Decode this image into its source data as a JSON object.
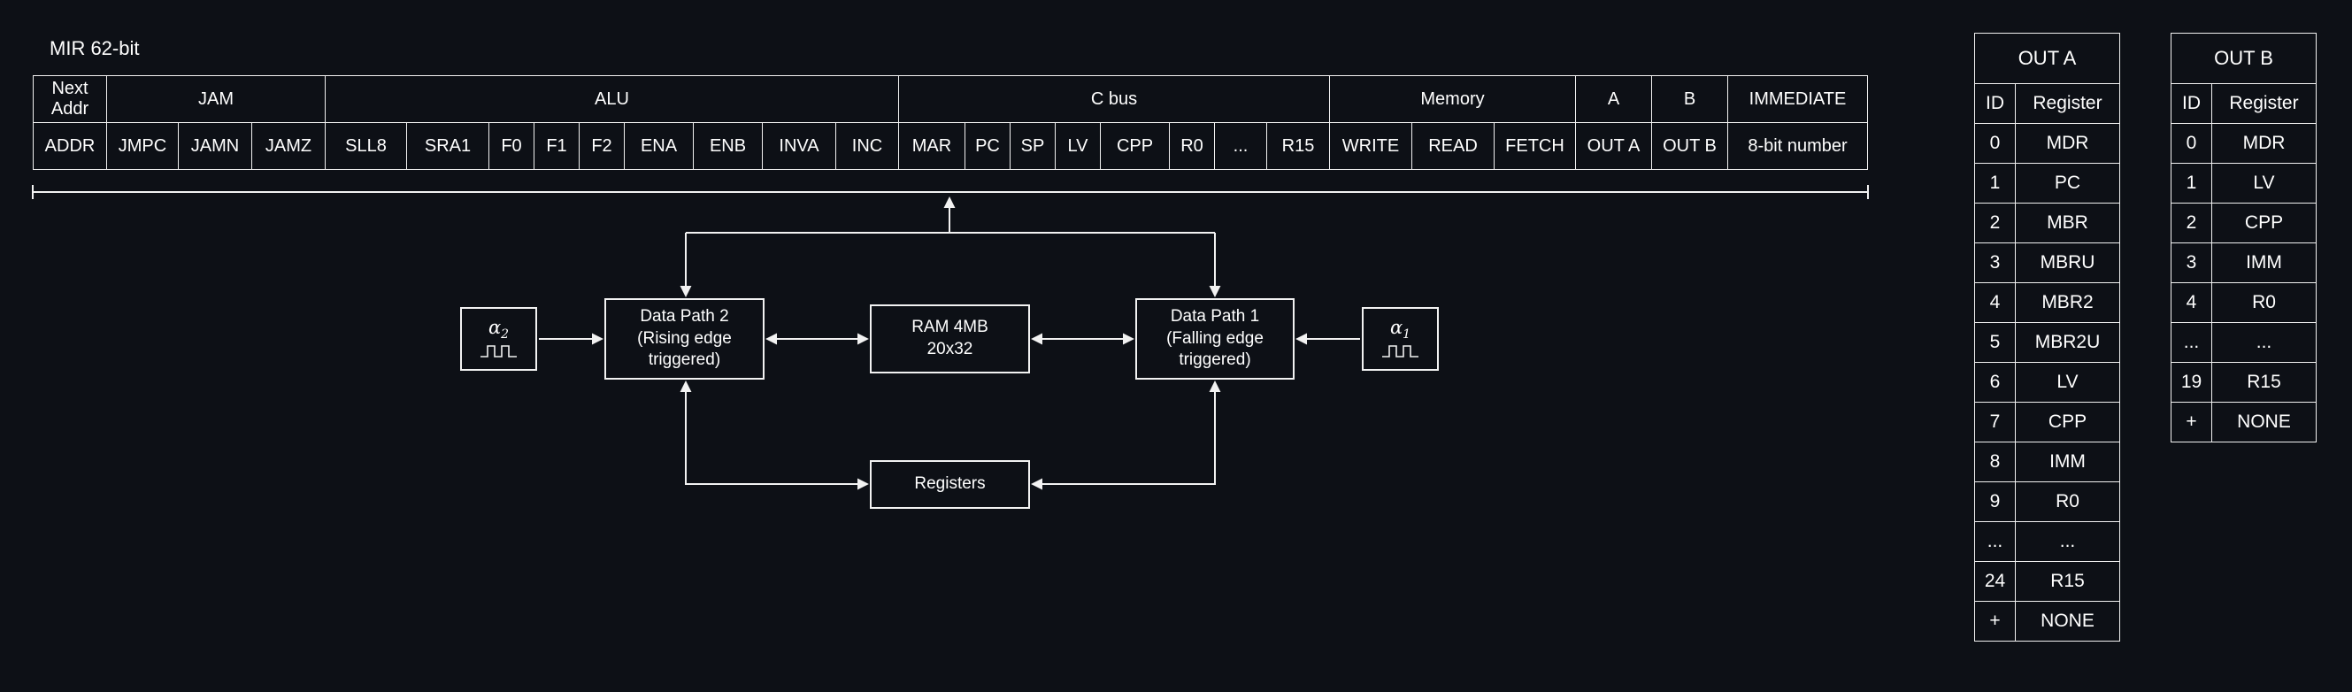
{
  "mir": {
    "label": "MIR 62-bit",
    "groups": [
      {
        "label": "Next Addr"
      },
      {
        "label": "JAM"
      },
      {
        "label": "ALU"
      },
      {
        "label": "C bus"
      },
      {
        "label": "Memory"
      },
      {
        "label": "A"
      },
      {
        "label": "B"
      },
      {
        "label": "IMMEDIATE"
      }
    ],
    "fields": [
      "ADDR",
      "JMPC",
      "JAMN",
      "JAMZ",
      "SLL8",
      "SRA1",
      "F0",
      "F1",
      "F2",
      "ENA",
      "ENB",
      "INVA",
      "INC",
      "MAR",
      "PC",
      "SP",
      "LV",
      "CPP",
      "R0",
      "...",
      "R15",
      "WRITE",
      "READ",
      "FETCH",
      "OUT A",
      "OUT B",
      "8-bit number"
    ]
  },
  "diagram": {
    "clock_alpha_2": {
      "base": "α",
      "sub": "2"
    },
    "clock_alpha_1": {
      "base": "α",
      "sub": "1"
    },
    "data_path_2": "Data Path 2\n(Rising edge\ntriggered)",
    "ram": "RAM 4MB\n20x32",
    "data_path_1": "Data Path 1\n(Falling edge\ntriggered)",
    "registers": "Registers"
  },
  "out_a": {
    "title": "OUT A",
    "headers": {
      "id": "ID",
      "register": "Register"
    },
    "rows": [
      {
        "id": "0",
        "register": "MDR"
      },
      {
        "id": "1",
        "register": "PC"
      },
      {
        "id": "2",
        "register": "MBR"
      },
      {
        "id": "3",
        "register": "MBRU"
      },
      {
        "id": "4",
        "register": "MBR2"
      },
      {
        "id": "5",
        "register": "MBR2U"
      },
      {
        "id": "6",
        "register": "LV"
      },
      {
        "id": "7",
        "register": "CPP"
      },
      {
        "id": "8",
        "register": "IMM"
      },
      {
        "id": "9",
        "register": "R0"
      },
      {
        "id": "...",
        "register": "..."
      },
      {
        "id": "24",
        "register": "R15"
      },
      {
        "id": "+",
        "register": "NONE"
      }
    ]
  },
  "out_b": {
    "title": "OUT B",
    "headers": {
      "id": "ID",
      "register": "Register"
    },
    "rows": [
      {
        "id": "0",
        "register": "MDR"
      },
      {
        "id": "1",
        "register": "LV"
      },
      {
        "id": "2",
        "register": "CPP"
      },
      {
        "id": "3",
        "register": "IMM"
      },
      {
        "id": "4",
        "register": "R0"
      },
      {
        "id": "...",
        "register": "..."
      },
      {
        "id": "19",
        "register": "R15"
      },
      {
        "id": "+",
        "register": "NONE"
      }
    ]
  },
  "colors": {
    "background": "#0d1016",
    "stroke": "#ffffff",
    "text": "#ffffff"
  }
}
